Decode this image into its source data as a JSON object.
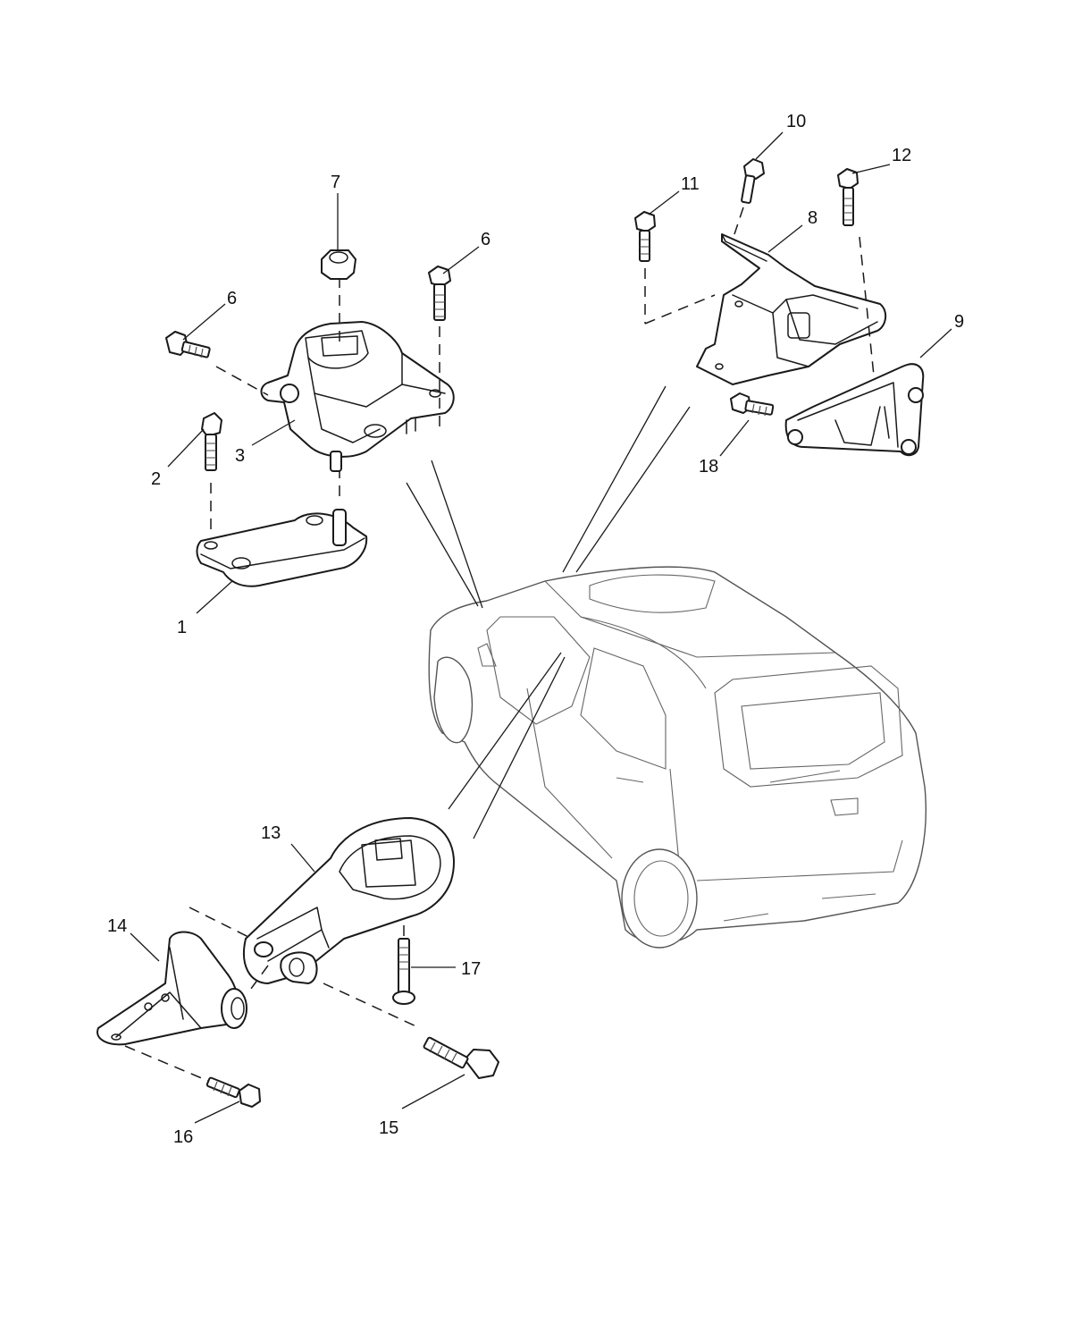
{
  "diagram": {
    "callouts": {
      "c1": "1",
      "c2": "2",
      "c3": "3",
      "c6a": "6",
      "c6b": "6",
      "c7": "7",
      "c8": "8",
      "c9": "9",
      "c10": "10",
      "c11": "11",
      "c12": "12",
      "c13": "13",
      "c14": "14",
      "c15": "15",
      "c16": "16",
      "c17": "17",
      "c18": "18"
    },
    "colors": {
      "line": "#1a1a1a",
      "background": "#ffffff",
      "vehicle": "#555555"
    }
  }
}
